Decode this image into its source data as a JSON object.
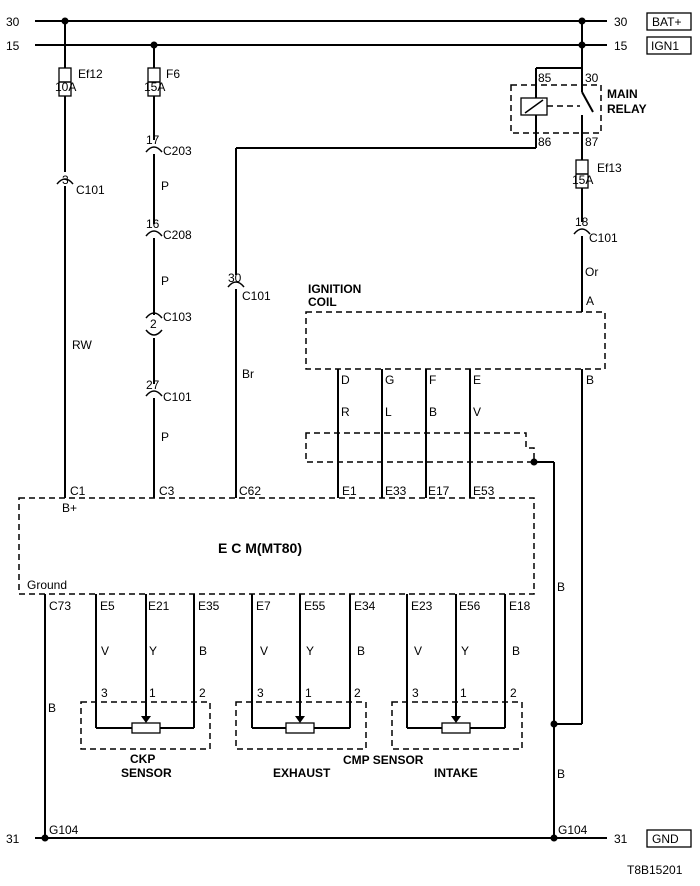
{
  "rails": {
    "top_left": "30",
    "top_right": "30",
    "top_label": "BAT+",
    "ign_left": "15",
    "ign_right": "15",
    "ign_label": "IGN1",
    "bottom_left": "31",
    "bottom_right": "31",
    "bottom_label": "GND"
  },
  "fuses": {
    "ef12": {
      "name": "Ef12",
      "rating": "10A"
    },
    "f6": {
      "name": "F6",
      "rating": "15A"
    },
    "ef13": {
      "name": "Ef13",
      "rating": "15A"
    }
  },
  "relay": {
    "title_line1": "MAIN",
    "title_line2": "RELAY",
    "pin85": "85",
    "pin30": "30",
    "pin86": "86",
    "pin87": "87"
  },
  "connectors": {
    "c1_pin": "3",
    "c1_name": "C101",
    "f6_c203_pin": "17",
    "f6_c203_name": "C203",
    "f6_c208_pin": "16",
    "f6_c208_name": "C208",
    "f6_c103_pin": "2",
    "f6_c103_name": "C103",
    "f6_c101_pin": "27",
    "f6_c101_name": "C101",
    "br_pin": "30",
    "br_name": "C101",
    "or_pin": "18",
    "or_name": "C101"
  },
  "wire_colors": {
    "rw": "RW",
    "p1": "P",
    "p2": "P",
    "p3": "P",
    "br": "Br",
    "or": "Or",
    "coil_b": "B",
    "ecm_b": "B",
    "ground_b_left": "B",
    "ground_b_right": "B"
  },
  "ignition_coil": {
    "title_line1": "IGNITION",
    "title_line2": "COIL",
    "pin_a": "A",
    "pin_b": "B",
    "pins": [
      "D",
      "G",
      "F",
      "E"
    ],
    "wires": [
      "R",
      "L",
      "B",
      "V"
    ]
  },
  "ecm": {
    "title": "E  C  M(MT80)",
    "top_pins": [
      "C1",
      "C3",
      "C62",
      "E1",
      "E33",
      "E17",
      "E53"
    ],
    "bplus": "B+",
    "ground": "Ground",
    "bottom_pins": [
      "C73",
      "E5",
      "E21",
      "E35",
      "E7",
      "E55",
      "E34",
      "E23",
      "E56",
      "E18"
    ]
  },
  "sensors": {
    "wire_colors": [
      "V",
      "Y",
      "B"
    ],
    "pin_numbers": [
      "3",
      "1",
      "2"
    ],
    "ckp_label_line1": "CKP",
    "ckp_label_line2": "SENSOR",
    "cmp_label": "CMP SENSOR",
    "exhaust_label": "EXHAUST",
    "intake_label": "INTAKE"
  },
  "grounds": {
    "left": "G104",
    "right": "G104"
  },
  "diagram_code": "T8B15201"
}
